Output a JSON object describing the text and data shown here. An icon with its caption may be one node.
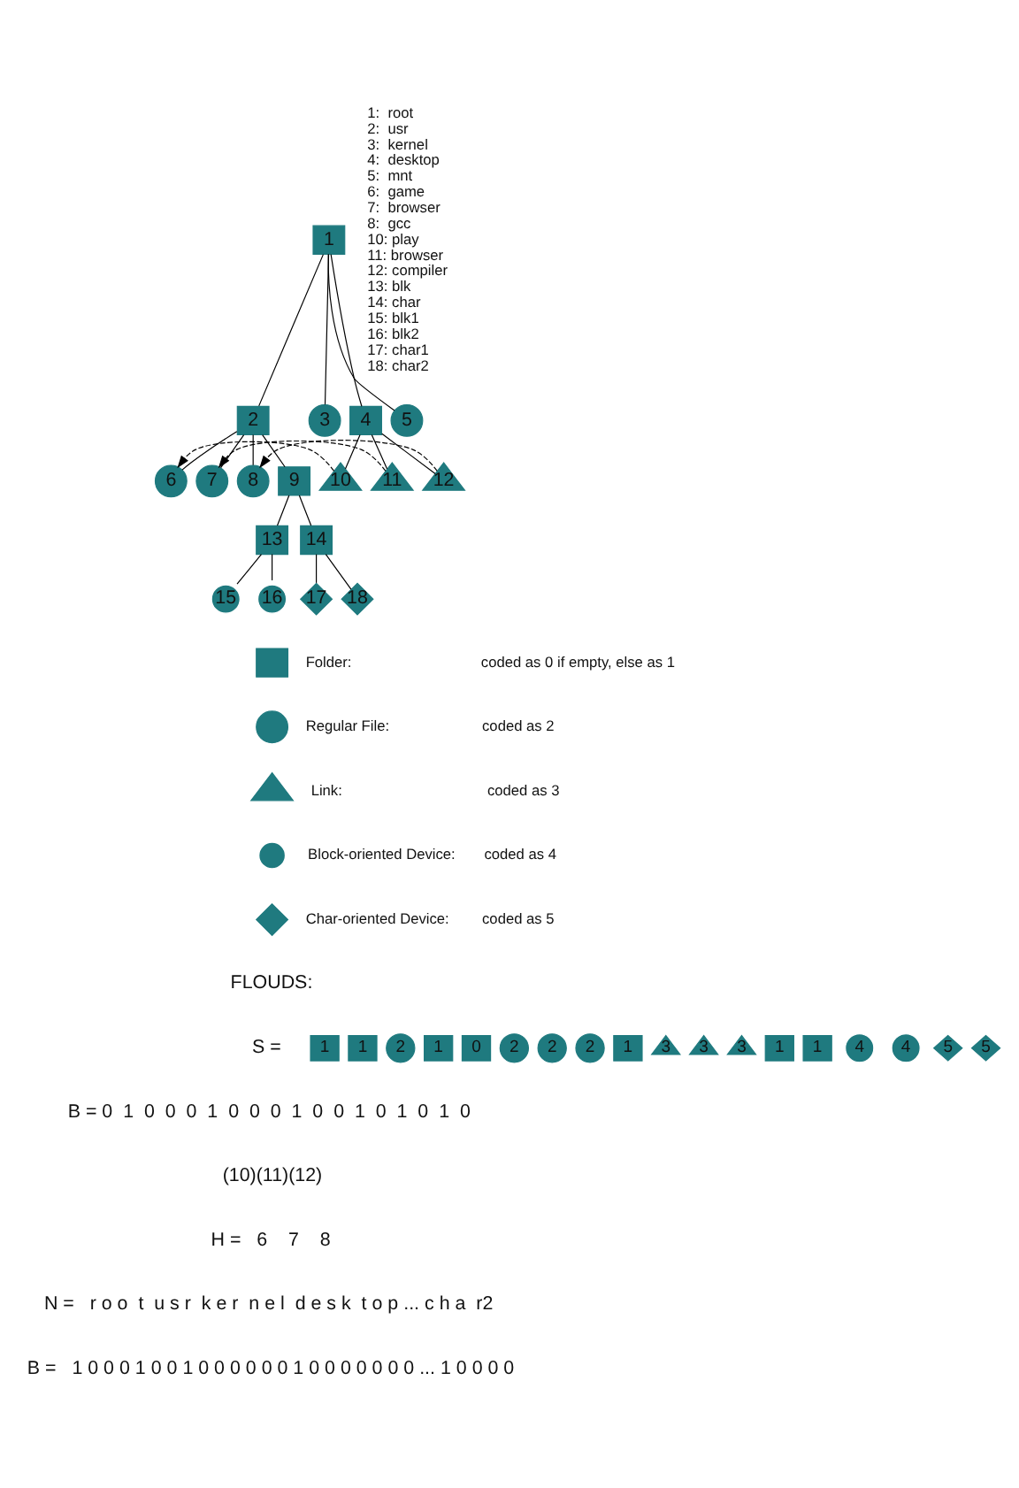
{
  "diagram": {
    "nodes": [
      {
        "text": [
          "1"
        ]
      },
      {
        "text": [
          "2"
        ]
      },
      {
        "text": [
          "3"
        ]
      },
      {
        "text": [
          "4"
        ]
      },
      {
        "text": [
          "5"
        ]
      },
      {
        "text": [
          "6"
        ]
      },
      {
        "text": [
          "7"
        ]
      },
      {
        "text": [
          "8"
        ]
      },
      {
        "text": [
          "9"
        ]
      },
      {
        "text": [
          "10"
        ]
      },
      {
        "text": [
          "11"
        ]
      },
      {
        "text": [
          "12"
        ]
      },
      {
        "text": [
          "13"
        ]
      },
      {
        "text": [
          "14"
        ]
      },
      {
        "text": [
          "15"
        ]
      },
      {
        "text": [
          "16"
        ]
      },
      {
        "text": [
          "17"
        ]
      },
      {
        "text": [
          "18"
        ]
      },
      {
        "text": [
          "1"
        ]
      },
      {
        "text": [
          "1"
        ]
      },
      {
        "text": [
          "2"
        ]
      },
      {
        "text": [
          "1"
        ]
      },
      {
        "text": [
          "0"
        ]
      },
      {
        "text": [
          "2"
        ]
      },
      {
        "text": [
          "2"
        ]
      },
      {
        "text": [
          "2"
        ]
      },
      {
        "text": [
          "1"
        ]
      },
      {
        "text": [
          "3"
        ]
      },
      {
        "text": [
          "3"
        ]
      },
      {
        "text": [
          "3"
        ]
      },
      {
        "text": [
          "1"
        ]
      },
      {
        "text": [
          "1"
        ]
      },
      {
        "text": [
          "4"
        ]
      },
      {
        "text": [
          "4"
        ]
      },
      {
        "text": [
          "5"
        ]
      },
      {
        "text": [
          "5"
        ]
      },
      {
        "text": [],
        "shape": "box"
      },
      {
        "text": [],
        "shape": "circle"
      },
      {
        "text": [],
        "shape": "triangle"
      },
      {
        "text": [],
        "shape": "ring"
      },
      {
        "text": [],
        "shape": "diamond"
      }
    ],
    "edges": [
      {
        "from": 0,
        "to": 1,
        "arrow": "none"
      },
      {
        "from": 0,
        "to": 2,
        "arrow": "none"
      },
      {
        "from": 0,
        "to": 3,
        "arrow": "none"
      },
      {
        "from": 0,
        "to": 4,
        "arrow": "none"
      },
      {
        "from": 1,
        "to": 5,
        "arrow": "none"
      },
      {
        "from": 1,
        "to": 6,
        "arrow": "none"
      },
      {
        "from": 1,
        "to": 7,
        "arrow": "none"
      },
      {
        "from": 1,
        "to": 8,
        "arrow": "none"
      },
      {
        "from": 3,
        "to": 9,
        "arrow": "none"
      },
      {
        "from": 3,
        "to": 10,
        "arrow": "none"
      },
      {
        "from": 3,
        "to": 11,
        "arrow": "none"
      },
      {
        "from": 8,
        "to": 12,
        "arrow": "none"
      },
      {
        "from": 8,
        "to": 13,
        "arrow": "none"
      },
      {
        "from": 12,
        "to": 14,
        "arrow": "none"
      },
      {
        "from": 12,
        "to": 15,
        "arrow": "none"
      },
      {
        "from": 13,
        "to": 16,
        "arrow": "none"
      },
      {
        "from": 13,
        "to": 17,
        "arrow": "none"
      },
      {
        "from": 9,
        "to": 5,
        "arrow": "to",
        "style": "dashed"
      },
      {
        "from": 10,
        "to": 6,
        "arrow": "to",
        "style": "dashed"
      },
      {
        "from": 11,
        "to": 7,
        "arrow": "to",
        "style": "dashed"
      }
    ],
    "labels": [
      "1:  root",
      "2:  usr",
      "3:  kernel",
      "4:  desktop",
      "5:  mnt",
      "6:  game",
      "7:  browser",
      "8:  gcc",
      "10: play",
      "11: browser",
      "12: compiler",
      "13: blk",
      "14: char",
      "15: blk1",
      "16: blk2",
      "17: char1",
      "18: char2",
      "coded as 0 if empty, else as 1",
      "coded as 2",
      "coded as 3",
      "coded as 4",
      "coded as 5",
      "FLOUDS:",
      "S =",
      "B = 0  1  0  0  0  1  0  0  0  1  0  0  1  0  1  0  1  0",
      "(10)(11)(12)",
      "H =   6    7    8",
      "N =   r o o  t  u s r  k e r  n e l  d e s k  t o p ... c h a  r2",
      "B =   1 0 0 0 1 0 0 1 0 0 0 0 0 0 1 0 0 0 0 0 0 0 ... 1 0 0 0 0"
    ],
    "legend": [
      {
        "text": "Folder:"
      },
      {
        "text": "Regular File:"
      },
      {
        "text": "Link:"
      },
      {
        "text": "Block-oriented Device:"
      },
      {
        "text": "Char-oriented Device:"
      }
    ]
  }
}
